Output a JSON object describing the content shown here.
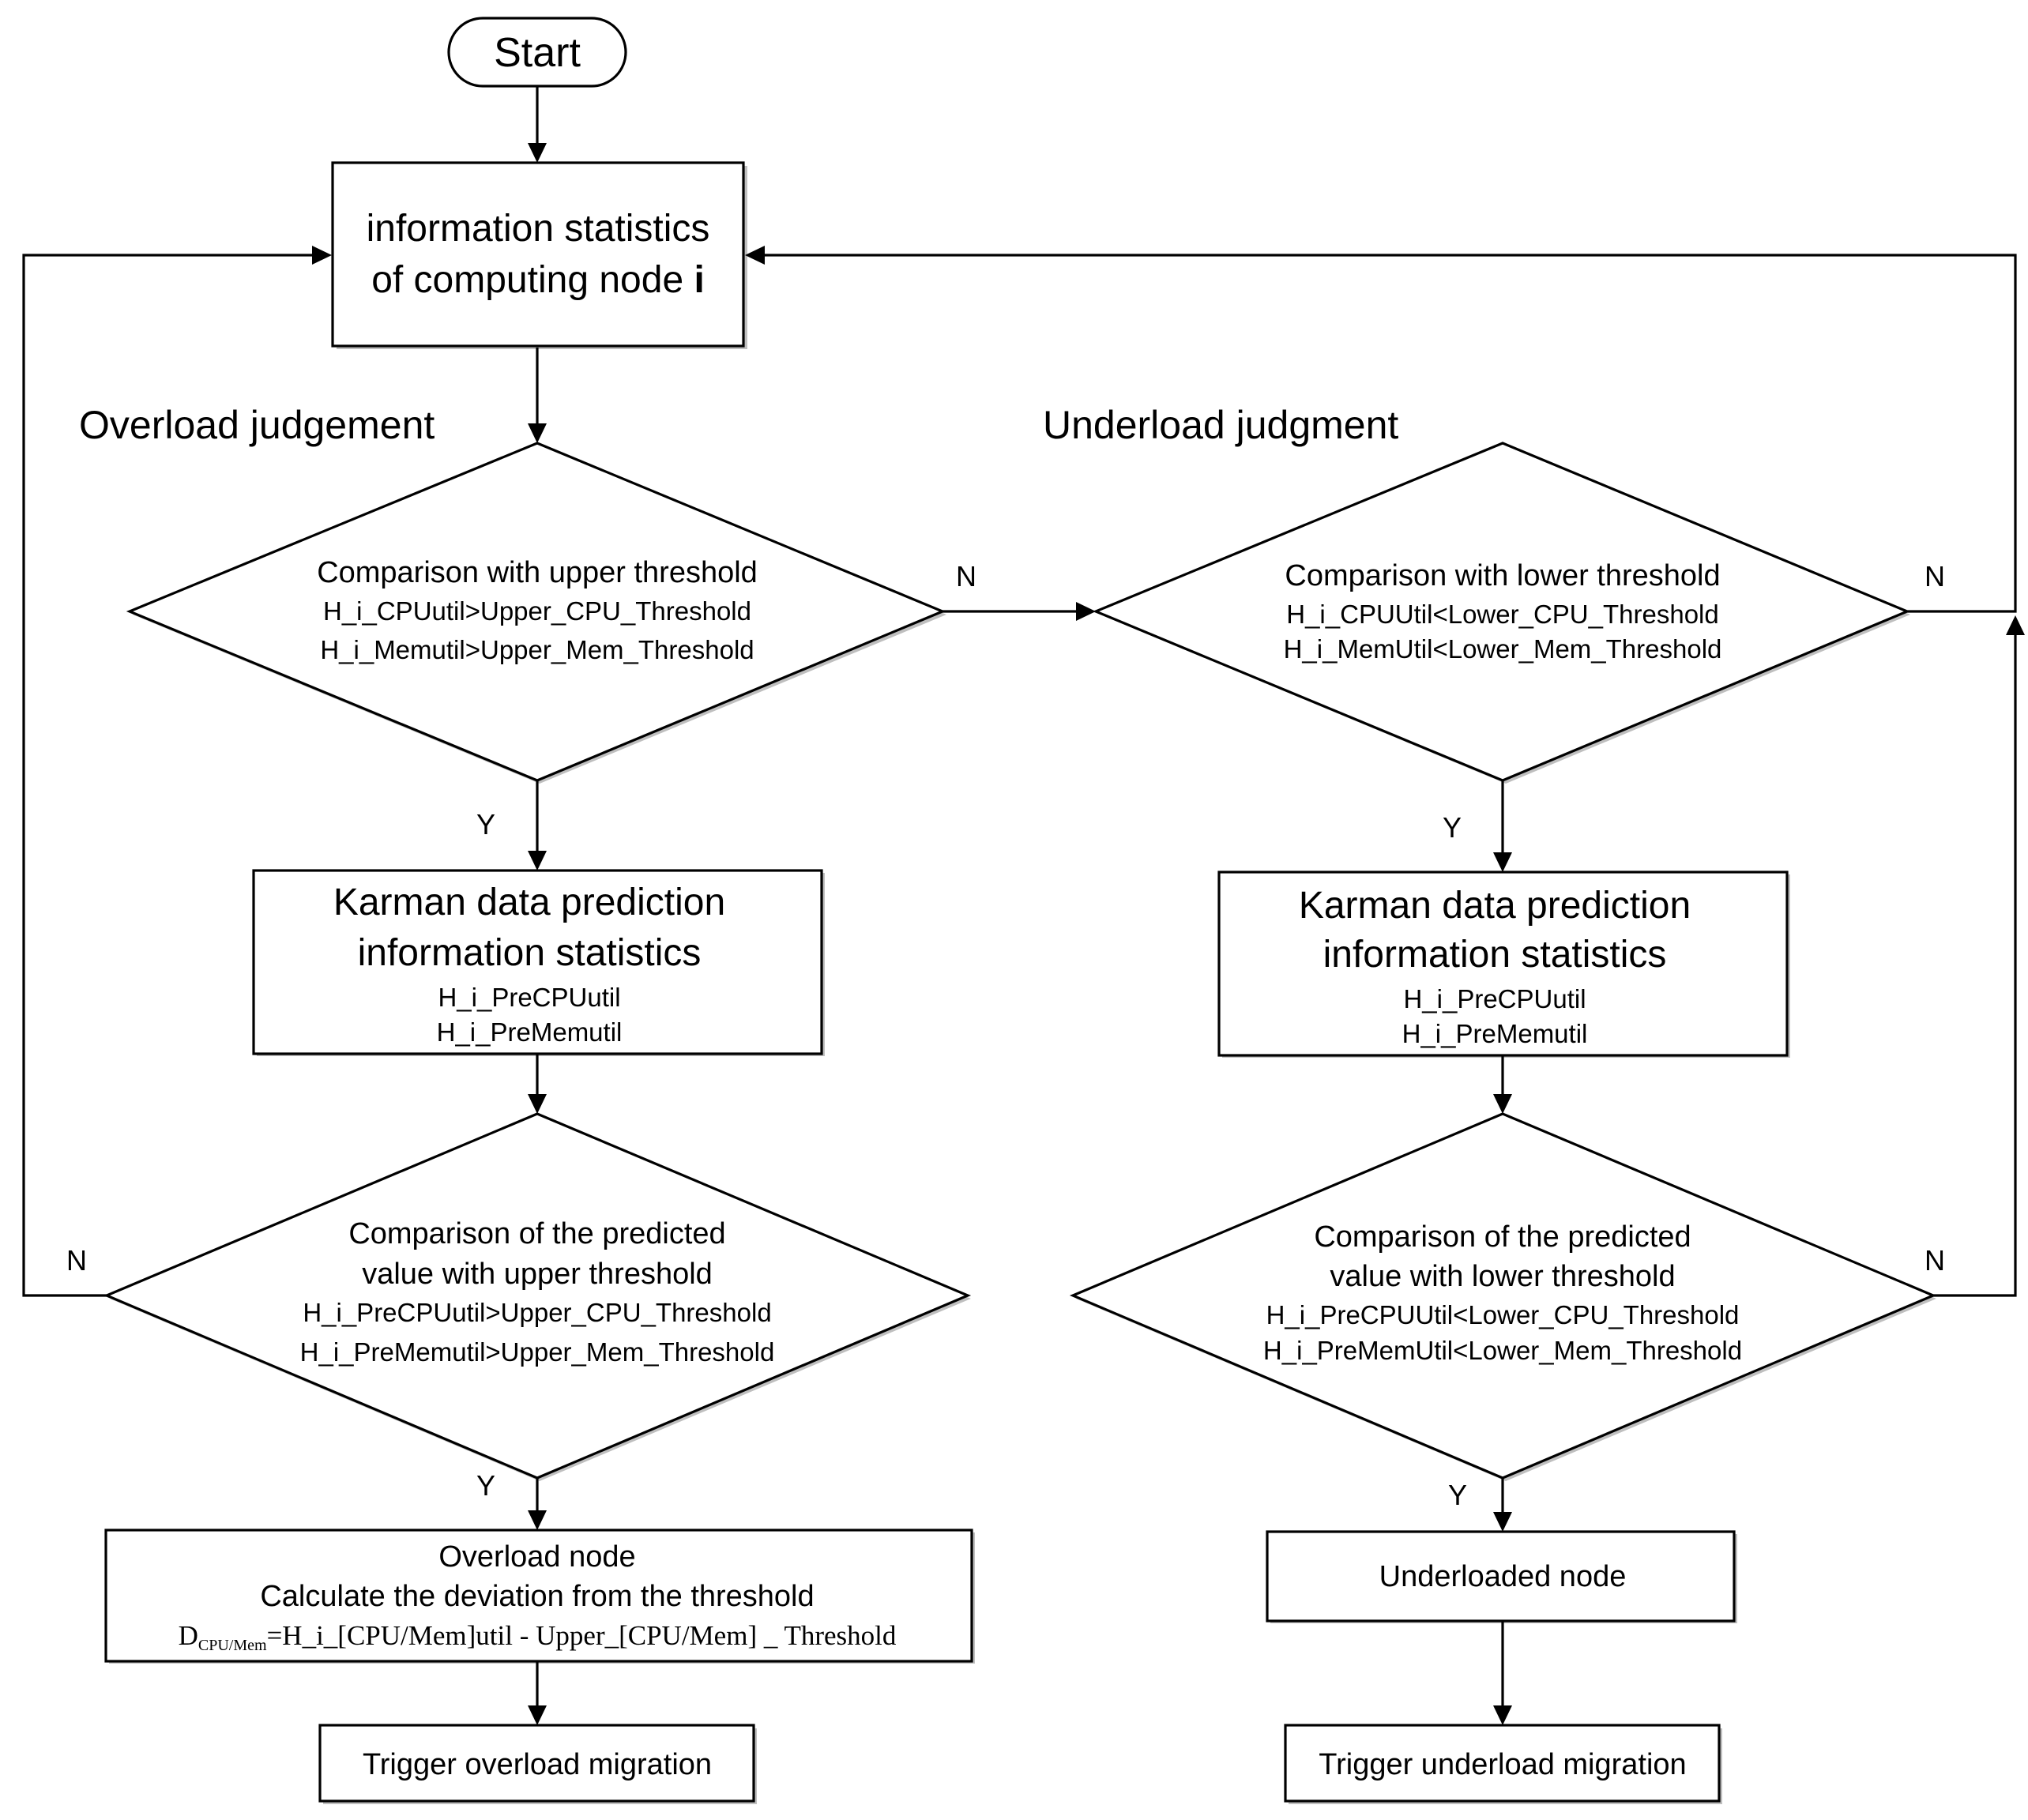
{
  "start": {
    "label": "Start"
  },
  "info_node": {
    "line1": "information statistics",
    "line2_prefix": "of  computing node ",
    "line2_bold": "i"
  },
  "section_labels": {
    "overload": "Overload judgement",
    "underload": "Underload judgment"
  },
  "overload": {
    "decision1": {
      "title": "Comparison with upper threshold",
      "cond1": "H_i_CPUutil>Upper_CPU_Threshold",
      "cond2": "H_i_Memutil>Upper_Mem_Threshold"
    },
    "prediction": {
      "line1": "Karman data prediction",
      "line2": "information statistics",
      "var1": "H_i_PreCPUutil",
      "var2": "H_i_PreMemutil"
    },
    "decision2": {
      "line1": "Comparison of the predicted",
      "line2": "value with upper threshold",
      "cond1": "H_i_PreCPUutil>Upper_CPU_Threshold",
      "cond2": "H_i_PreMemutil>Upper_Mem_Threshold"
    },
    "result": {
      "line1": "Overload node",
      "line2": "Calculate the deviation from the threshold",
      "formula_d": "D",
      "formula_sub": "CPU/Mem",
      "formula_rest": "=H_i_[CPU/Mem]util - Upper_[CPU/Mem] _ Threshold"
    },
    "trigger": "Trigger overload migration"
  },
  "underload": {
    "decision1": {
      "title": "Comparison with lower threshold",
      "cond1": "H_i_CPUUtil<Lower_CPU_Threshold",
      "cond2": "H_i_MemUtil<Lower_Mem_Threshold"
    },
    "prediction": {
      "line1": "Karman data prediction",
      "line2": "information statistics",
      "var1": "H_i_PreCPUutil",
      "var2": "H_i_PreMemutil"
    },
    "decision2": {
      "line1": "Comparison of the predicted",
      "line2": "value with lower threshold",
      "cond1": "H_i_PreCPUUtil<Lower_CPU_Threshold",
      "cond2": "H_i_PreMemUtil<Lower_Mem_Threshold"
    },
    "result": "Underloaded node",
    "trigger": "Trigger underload migration"
  },
  "edge_labels": {
    "yes": "Y",
    "no": "N"
  }
}
